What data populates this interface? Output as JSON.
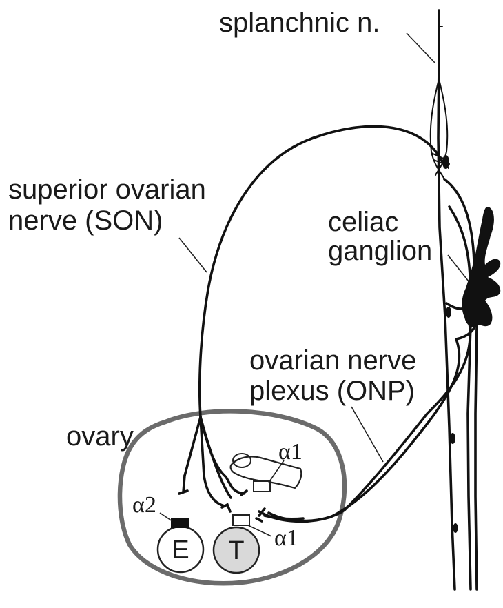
{
  "labels": {
    "splanchnic": "splanchnic n.",
    "son_line1": "superior ovarian",
    "son_line2": "nerve (SON)",
    "celiac_line1": "celiac",
    "celiac_line2": "ganglion",
    "onp_line1": "ovarian nerve",
    "onp_line2": "plexus (ONP)",
    "ovary": "ovary",
    "alpha1_vessel": "α1",
    "alpha1_theca": "α1",
    "alpha2": "α2",
    "cell_e": "E",
    "cell_t": "T"
  },
  "colors": {
    "ink": "#111111",
    "ovary_outline": "#6b6b6b",
    "theca_fill": "#d9d9d9",
    "alpha2_receptor": "#111111",
    "alpha1_receptor": "#ffffff"
  }
}
